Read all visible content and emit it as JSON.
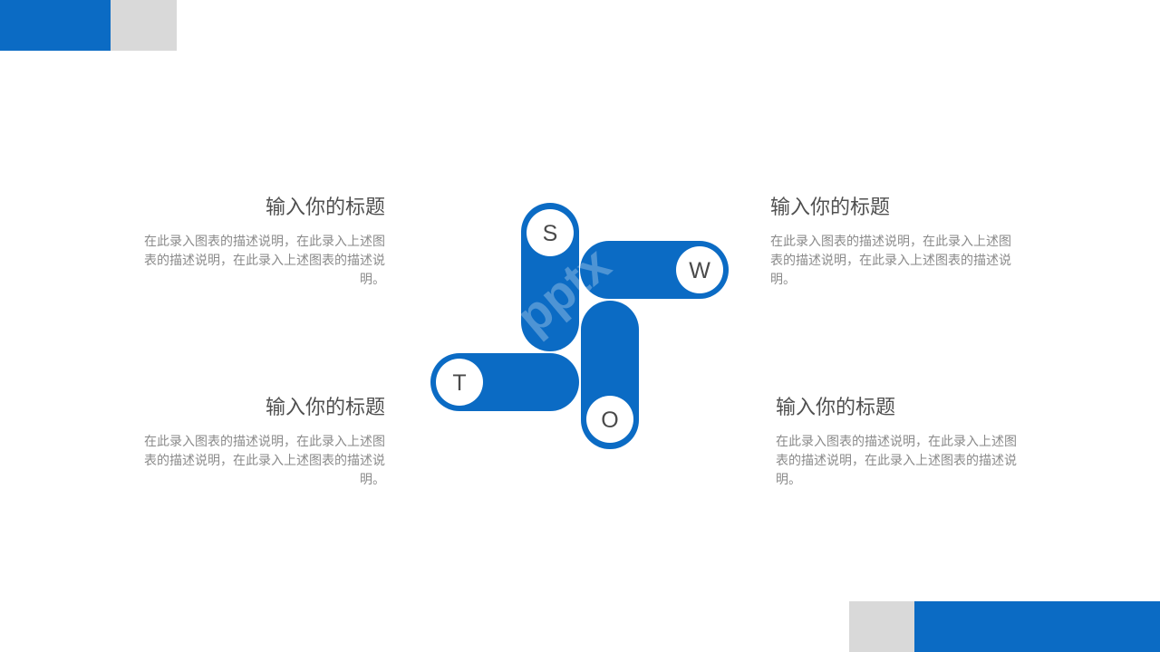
{
  "colors": {
    "primary": "#0B6BC4",
    "gray_block": "#D9D9D9",
    "title_text": "#505050",
    "desc_text": "#8A8A8A"
  },
  "watermark": "pptx",
  "diagram": {
    "petals": [
      {
        "letter": "S"
      },
      {
        "letter": "W"
      },
      {
        "letter": "O"
      },
      {
        "letter": "T"
      }
    ]
  },
  "blocks": [
    {
      "id": "s",
      "title": "输入你的标题",
      "description": "在此录入图表的描述说明，在此录入上述图表的描述说明，在此录入上述图表的描述说明。"
    },
    {
      "id": "t",
      "title": "输入你的标题",
      "description": "在此录入图表的描述说明，在此录入上述图表的描述说明，在此录入上述图表的描述说明。"
    },
    {
      "id": "w",
      "title": "输入你的标题",
      "description": "在此录入图表的描述说明，在此录入上述图表的描述说明，在此录入上述图表的描述说明。"
    },
    {
      "id": "o",
      "title": "输入你的标题",
      "description": "在此录入图表的描述说明，在此录入上述图表的描述说明，在此录入上述图表的描述说明。"
    }
  ]
}
